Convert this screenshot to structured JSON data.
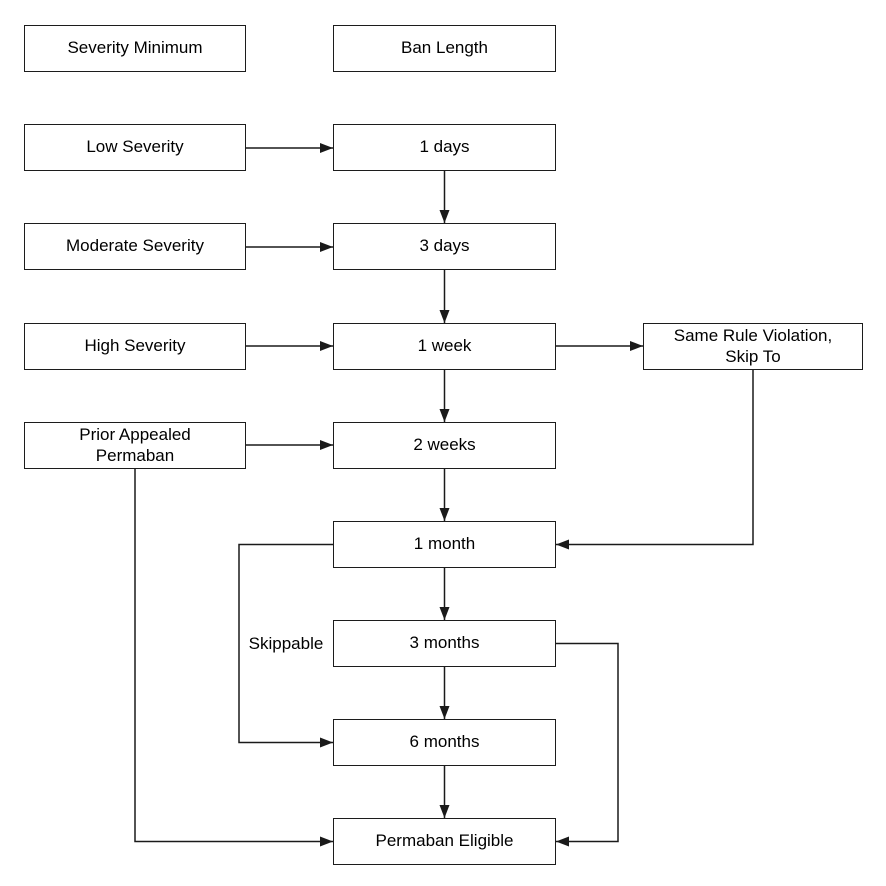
{
  "diagram": {
    "colors": {
      "box_border": "#1c1c1c",
      "connector": "#1a1a1a",
      "text": "#000000",
      "background": "#ffffff"
    },
    "headers": {
      "severity_minimum": "Severity Minimum",
      "ban_length": "Ban Length"
    },
    "severity_nodes": {
      "low": "Low Severity",
      "moderate": "Moderate Severity",
      "high": "High Severity",
      "prior_appealed": "Prior Appealed\nPermaban"
    },
    "ban_nodes": {
      "d1": "1 days",
      "d3": "3 days",
      "w1": "1 week",
      "w2": "2 weeks",
      "m1": "1 month",
      "m3": "3 months",
      "m6": "6 months",
      "permaban": "Permaban Eligible"
    },
    "side_nodes": {
      "same_rule": "Same Rule Violation,\nSkip To"
    },
    "edge_labels": {
      "skippable": "Skippable"
    }
  }
}
